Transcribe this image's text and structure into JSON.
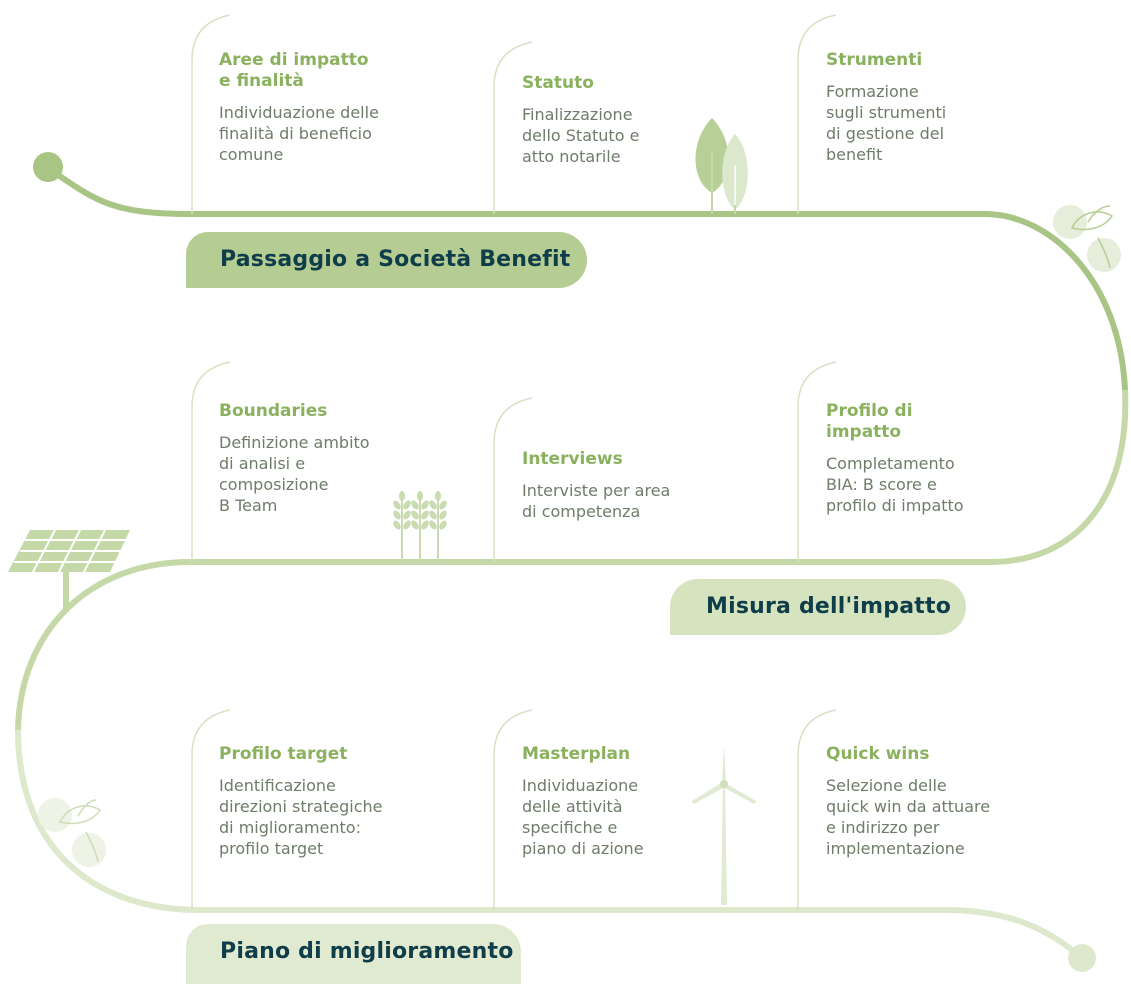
{
  "phases": [
    {
      "label": "Passaggio a Società Benefit",
      "steps": [
        {
          "title": "Aree di impatto\ne finalità",
          "desc": "Individuazione delle\nfinalità di beneficio\ncomune"
        },
        {
          "title": "Statuto",
          "desc": "Finalizzazione\ndello Statuto e\natto notarile"
        },
        {
          "title": "Strumenti",
          "desc": "Formazione\nsugli strumenti\ndi gestione del\nbenefit"
        }
      ]
    },
    {
      "label": "Misura dell'impatto",
      "steps": [
        {
          "title": "Boundaries",
          "desc": "Definizione ambito\ndi analisi e\ncomposizione\nB Team"
        },
        {
          "title": "Interviews",
          "desc": "Interviste per area\ndi competenza"
        },
        {
          "title": "Profilo di\nimpatto",
          "desc": "Completamento\nBIA: B score e\nprofilo di impatto"
        }
      ]
    },
    {
      "label": "Piano di miglioramento",
      "steps": [
        {
          "title": "Profilo target",
          "desc": "Identificazione\ndirezioni strategiche\ndi miglioramento:\nprofilo target"
        },
        {
          "title": "Masterplan",
          "desc": "Individuazione\ndelle attività\nspecifiche e\npiano di azione"
        },
        {
          "title": "Quick wins",
          "desc": "Selezione delle\nquick win da attuare\ne indirizzo per\nimplementazione"
        }
      ]
    }
  ],
  "icons": [
    "leaves-icon",
    "wheat-icon",
    "solar-panel-icon",
    "wind-turbine-icon",
    "sprout-icon"
  ],
  "colors": {
    "path_dark": "#a9c586",
    "path_mid": "#c5d8a8",
    "path_light": "#dde8cc",
    "title": "#8ab15e",
    "text": "#6f7c6a",
    "label": "#0f3d49"
  }
}
